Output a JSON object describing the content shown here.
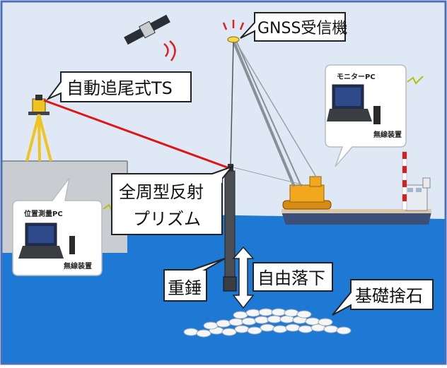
{
  "labels": {
    "gnss_receiver": "GNSS受信機",
    "total_station": "自動追尾式TS",
    "prism": [
      "全周型反射",
      "プリズム"
    ],
    "hammer": "重錘",
    "free_fall": "自由落下",
    "foundation_rubble": "基礎捨石",
    "monitor_pc": "モニターPC",
    "monitor_radio": "無線装置",
    "positioning_pc": "位置測量PC",
    "positioning_radio": "無線装置"
  },
  "colors": {
    "sky": "#dfe9f5",
    "sea": "#1d79d4",
    "ground": "#c9ccd0",
    "frame": "#4d6fb8",
    "laser": "#e01515",
    "crane": "#f2a81d",
    "barge": "#3b4f78"
  }
}
